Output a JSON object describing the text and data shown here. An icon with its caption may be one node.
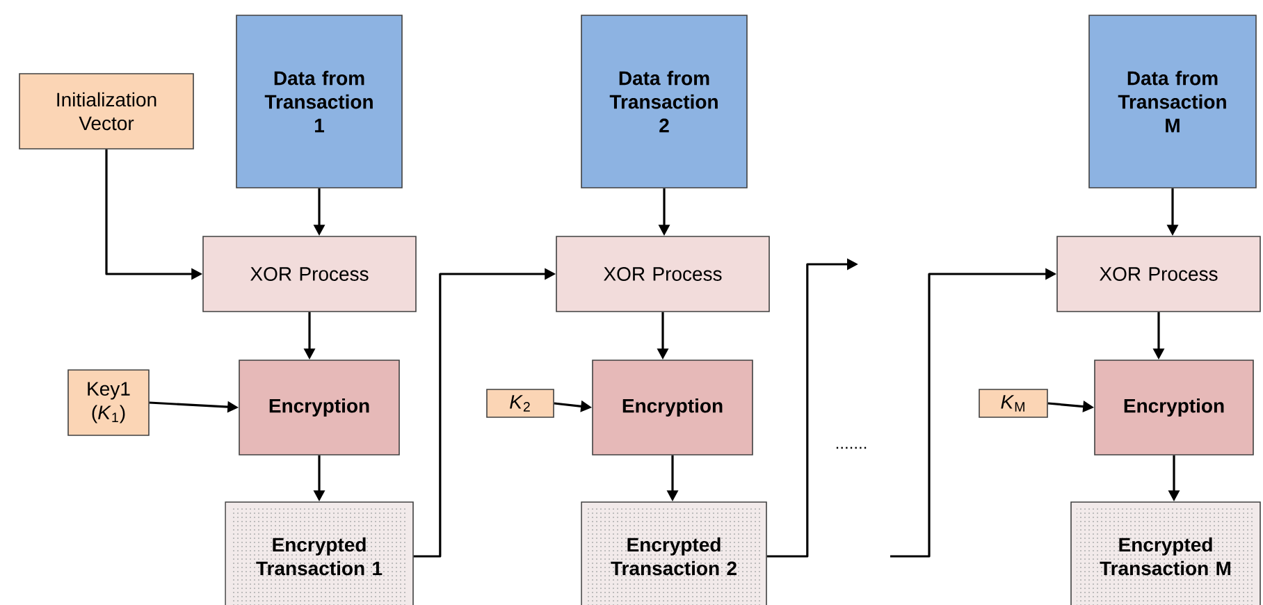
{
  "diagram": {
    "nodes": [
      {
        "text": [
          "Initialization Vector"
        ]
      },
      {
        "text": [
          "Data from Transaction 1"
        ]
      },
      {
        "text": [
          "XOR Process"
        ]
      },
      {
        "text": [
          "Key1 (*K*$_{1}$)"
        ]
      },
      {
        "text": [
          "Encryption"
        ]
      },
      {
        "text": [
          "Encrypted Transaction 1"
        ]
      },
      {
        "text": [
          "Data from Transaction 2"
        ]
      },
      {
        "text": [
          "XOR Process"
        ]
      },
      {
        "text": [
          "*K*$_{2}$"
        ]
      },
      {
        "text": [
          "Encryption"
        ]
      },
      {
        "text": [
          "Encrypted Transaction 2"
        ]
      },
      {
        "text": [
          "Data from Transaction M"
        ]
      },
      {
        "text": [
          "XOR Process"
        ]
      },
      {
        "text": [
          "*K*$_{M}$"
        ]
      },
      {
        "text": [
          "Encryption"
        ]
      },
      {
        "text": [
          "Encrypted Transaction M"
        ]
      }
    ],
    "edges": [
      {
        "from": 0,
        "to": 2,
        "arrow": "to"
      },
      {
        "from": 1,
        "to": 2,
        "arrow": "to"
      },
      {
        "from": 2,
        "to": 4,
        "arrow": "to"
      },
      {
        "from": 3,
        "to": 4,
        "arrow": "to"
      },
      {
        "from": 4,
        "to": 5,
        "arrow": "to"
      },
      {
        "from": 5,
        "to": 7,
        "arrow": "to"
      },
      {
        "from": 6,
        "to": 7,
        "arrow": "to"
      },
      {
        "from": 7,
        "to": 9,
        "arrow": "to"
      },
      {
        "from": 8,
        "to": 9,
        "arrow": "to"
      },
      {
        "from": 9,
        "to": 10,
        "arrow": "to"
      },
      {
        "from": 10,
        "to": null,
        "arrow": "to"
      },
      {
        "from": null,
        "to": 12,
        "arrow": "to"
      },
      {
        "from": 11,
        "to": 12,
        "arrow": "to"
      },
      {
        "from": 12,
        "to": 14,
        "arrow": "to"
      },
      {
        "from": 13,
        "to": 14,
        "arrow": "to"
      },
      {
        "from": 14,
        "to": 15,
        "arrow": "to"
      }
    ],
    "labels": [
      "......."
    ]
  }
}
